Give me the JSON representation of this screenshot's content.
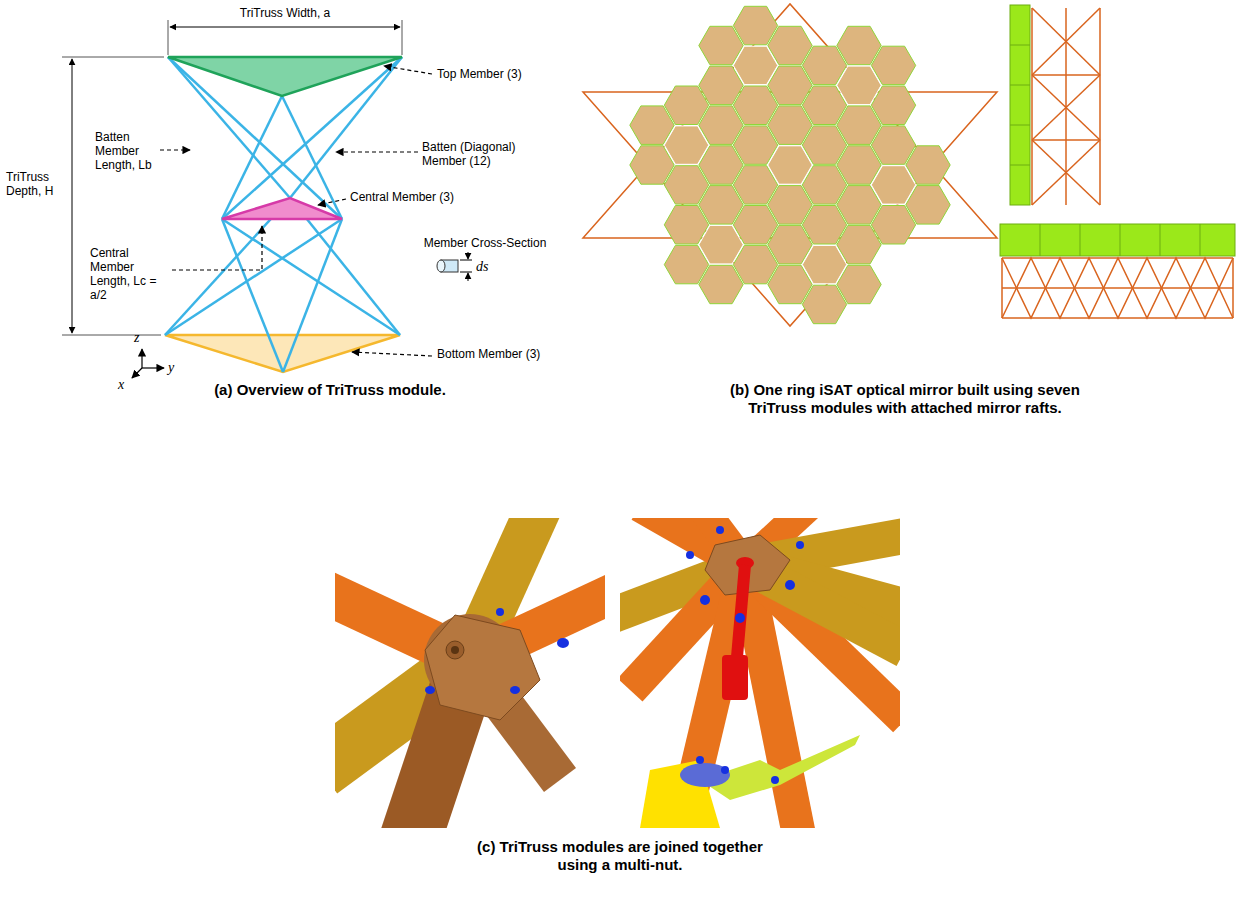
{
  "diagram": {
    "labels": [
      "TriTruss Width, a",
      "Top Member (3)",
      "Batten Member Length, Lb",
      "Batten (Diagonal) Member (12)",
      "TriTruss Depth, H",
      "Central Member (3)",
      "Central Member Length, Lc = a/2",
      "Member Cross-Section",
      "ds",
      "Bottom Member (3)",
      "z",
      "y",
      "x",
      "(a) Overview of TriTruss module.",
      "(b) One ring iSAT optical mirror built using seven TriTruss modules with attached mirror rafts.",
      "(c) TriTruss modules are joined together using a multi-nut."
    ]
  }
}
